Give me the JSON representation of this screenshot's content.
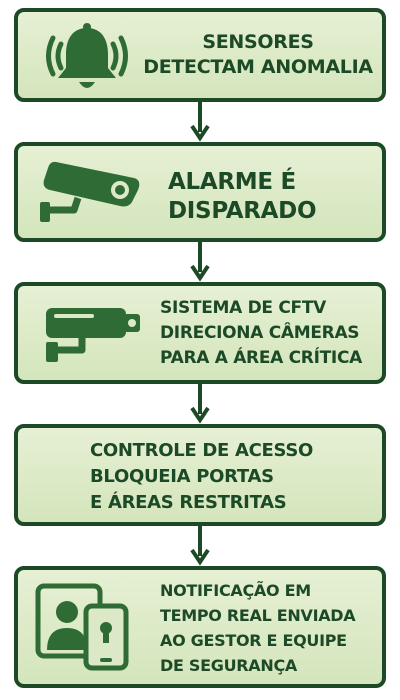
{
  "flow": {
    "steps": [
      {
        "icon": "bell-alarm-icon",
        "lines": [
          "SENSORES",
          "DETECTAM ANOMALIA"
        ]
      },
      {
        "icon": "security-camera-icon",
        "lines": [
          "ALARME É",
          "DISPARADO"
        ]
      },
      {
        "icon": "cctv-camera-icon",
        "lines": [
          "SISTEMA DE CFTV",
          "DIRECIONA CÂMERAS",
          "PARA A ÁREA CRÍTICA"
        ]
      },
      {
        "icon": "",
        "lines": [
          "CONTROLE DE ACESSO",
          "BLOQUEIA PORTAS",
          "E ÁREAS RESTRITAS"
        ]
      },
      {
        "icon": "user-phone-notification-icon",
        "lines": [
          "NOTIFICAÇÃO EM",
          "TEMPO REAL ENVIADA",
          "AO GESTOR E EQUIPE",
          "DE SEGURANÇA"
        ]
      }
    ]
  },
  "colors": {
    "border": "#1c4a26",
    "box_fill": "#dce9c8",
    "icon": "#2f6b35",
    "text": "#1c4a26"
  }
}
